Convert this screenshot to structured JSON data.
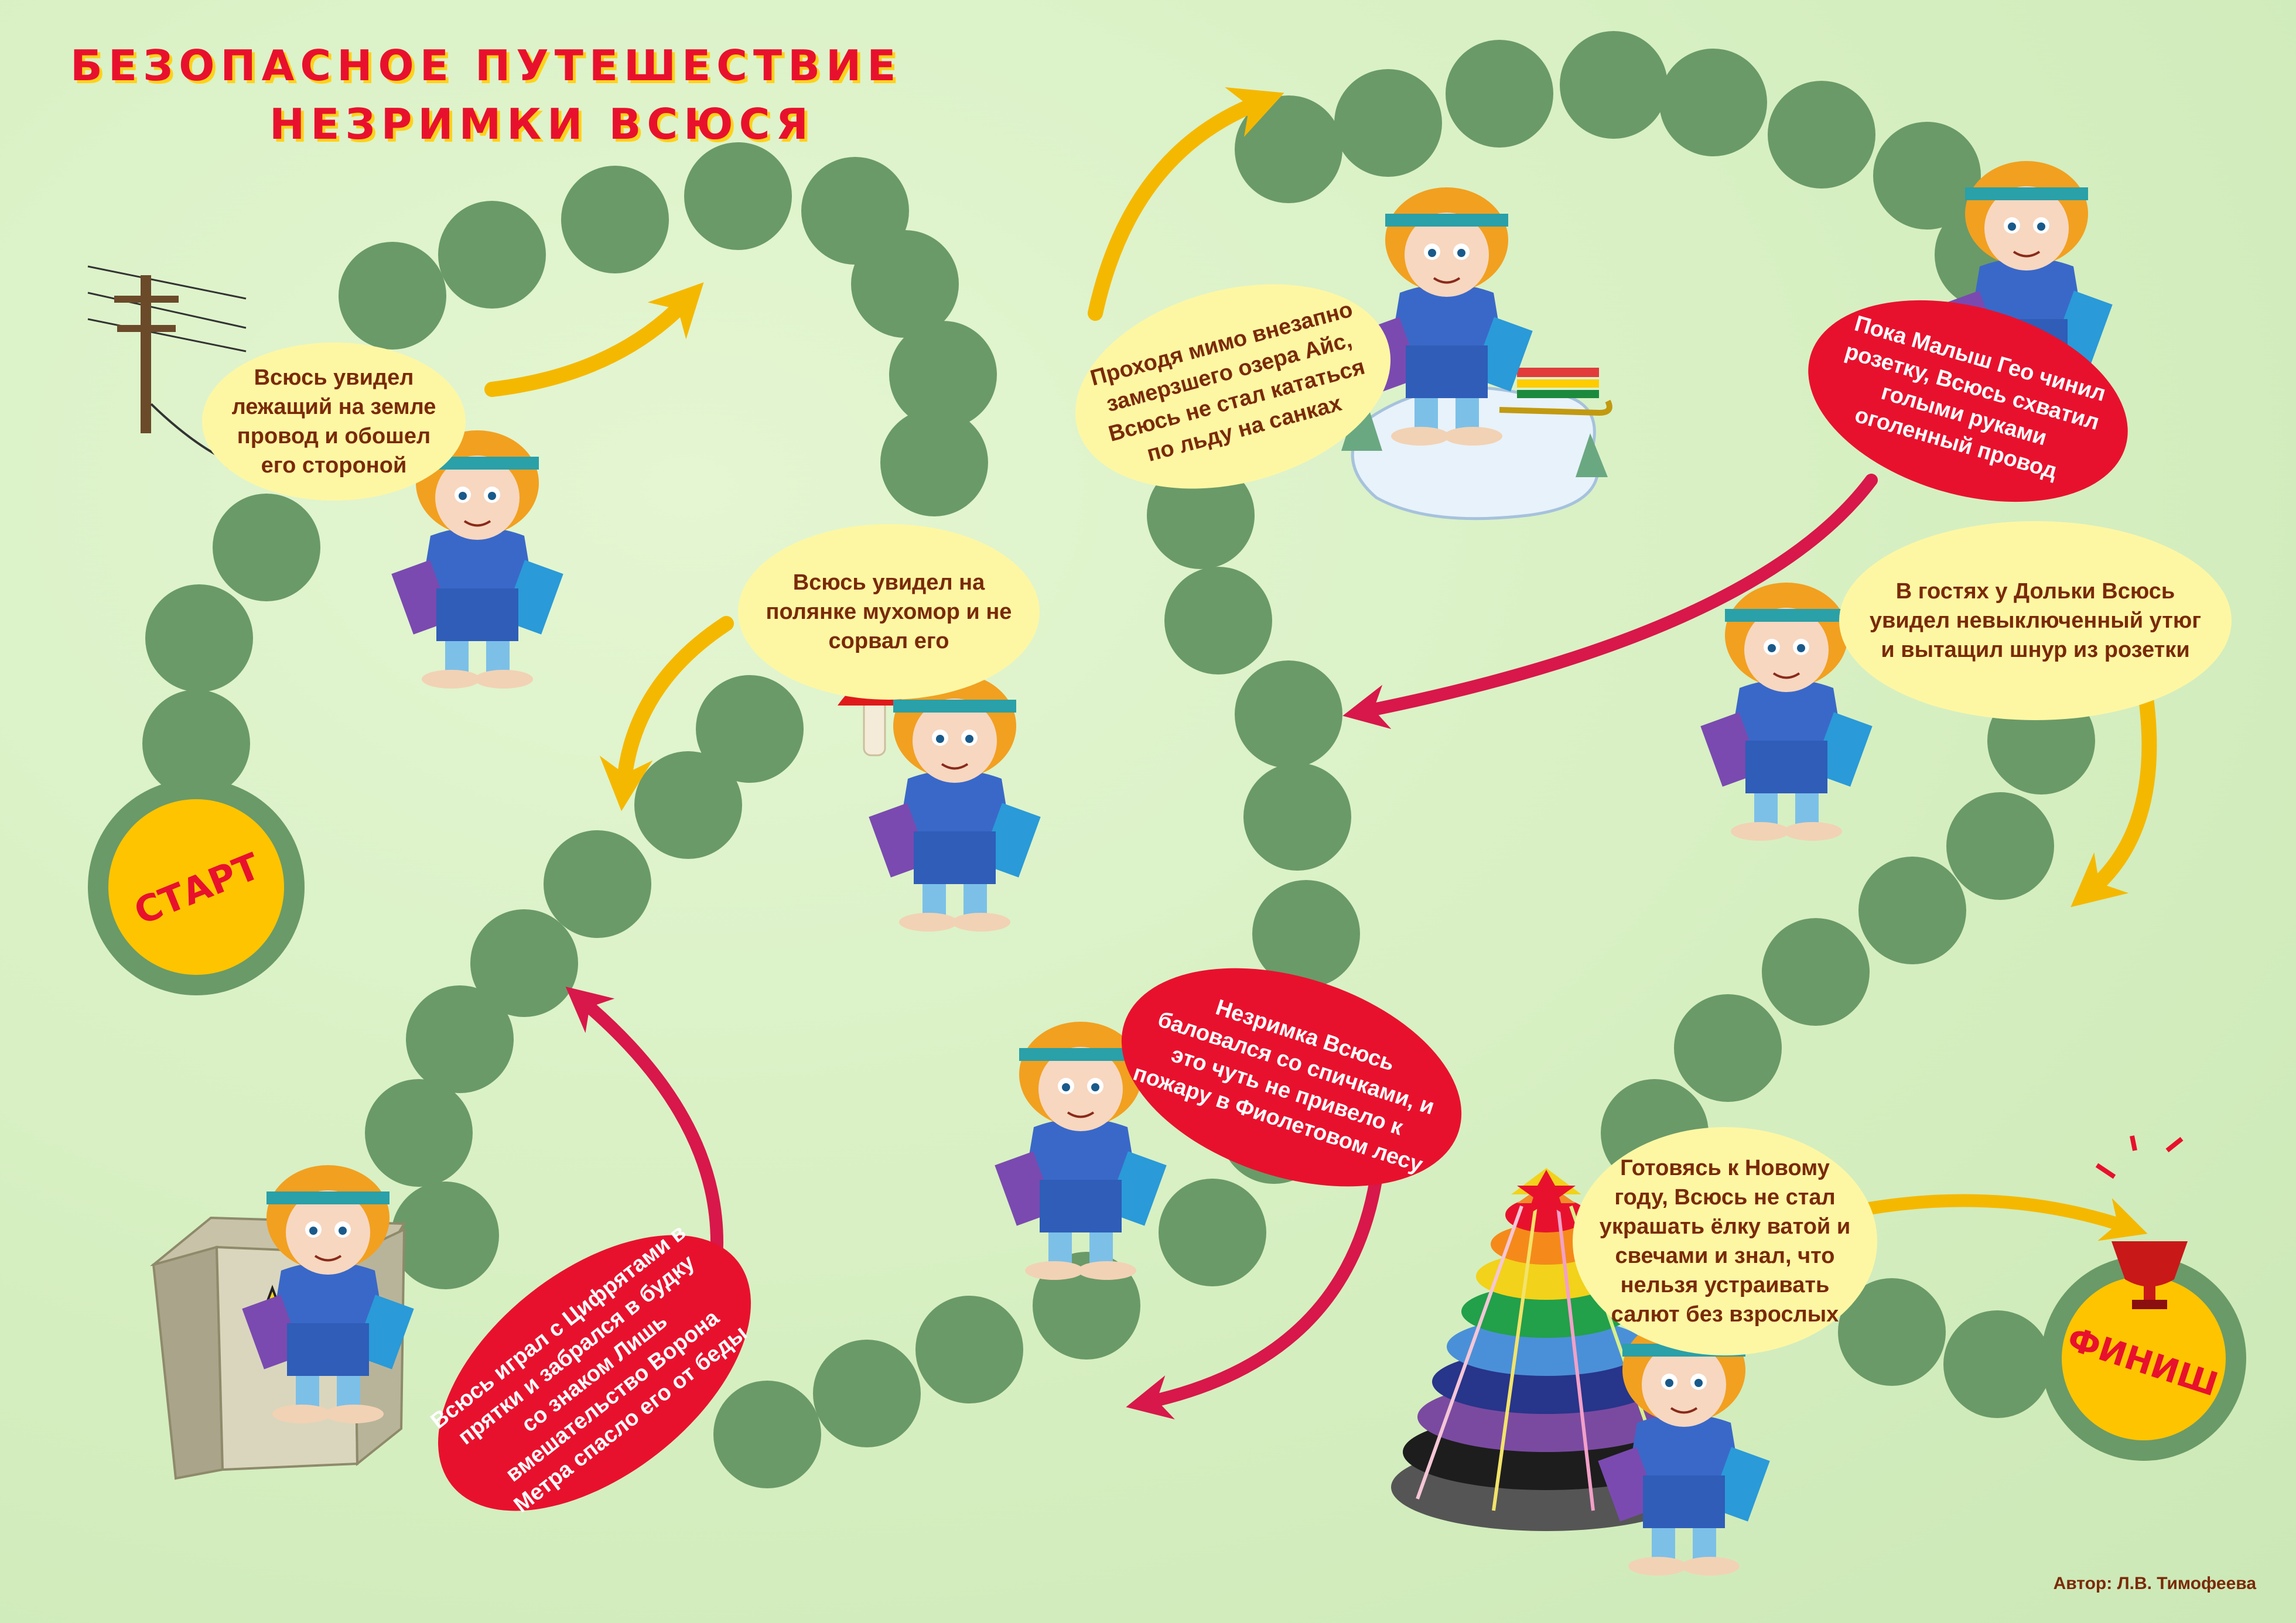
{
  "title": {
    "line1": "БЕЗОПАСНОЕ ПУТЕШЕСТВИЕ",
    "line2": "НЕЗРИМКИ ВСЮСЯ"
  },
  "start_label": "СТАРТ",
  "finish_label": "ФИНИШ",
  "author": "Автор: Л.В. Тимофеева",
  "stories": [
    {
      "id": "wire",
      "text": "Всюсь увидел лежащий на земле провод и обошел его стороной"
    },
    {
      "id": "mushroom",
      "text": "Всюсь увидел на полянке мухомор и не сорвал его"
    },
    {
      "id": "lake",
      "text": "Проходя мимо внезапно замерзшего озера Айс, Всюсь не стал кататься по льду на санках"
    },
    {
      "id": "socket",
      "text": "Пока Малыш Гео чинил розетку, Всюсь схватил голыми руками оголенный провод"
    },
    {
      "id": "iron",
      "text": "В гостях у Дольки Всюсь увидел невыключенный утюг и вытащил шнур из розетки"
    },
    {
      "id": "matches",
      "text": "Незримка Всюсь баловался со спичками, и это чуть не привело к пожару в Фиолетовом лесу"
    },
    {
      "id": "transformer",
      "text": "Всюсь играл с Цифрятами в прятки и забрался в будку со знаком Лишь вмешательство Ворона Метра спасло его от беды"
    },
    {
      "id": "tree",
      "text": "Готовясь к Новому году, Всюсь не стал украшать ёлку ватой и свечами и знал, что нельзя устраивать салют без взрослых"
    }
  ],
  "colors": {
    "background": "#d8f0c4",
    "step": "#6a9a68",
    "start_ring": "#6a9a68",
    "start_fill": "#ffc400",
    "title": "#e8112d",
    "title_shadow": "#ffd21a",
    "good_bubble": "#fdf7a4",
    "bad_bubble": "#e8112d",
    "good_arrow": "#f5b800",
    "bad_arrow": "#d8174a"
  },
  "icons": [
    "power-pole-icon",
    "mushroom-icon",
    "sled-icon",
    "iron-icon",
    "matchbox-icon",
    "transformer-box-icon",
    "christmas-tree-icon",
    "trophy-icon",
    "high-voltage-icon"
  ]
}
